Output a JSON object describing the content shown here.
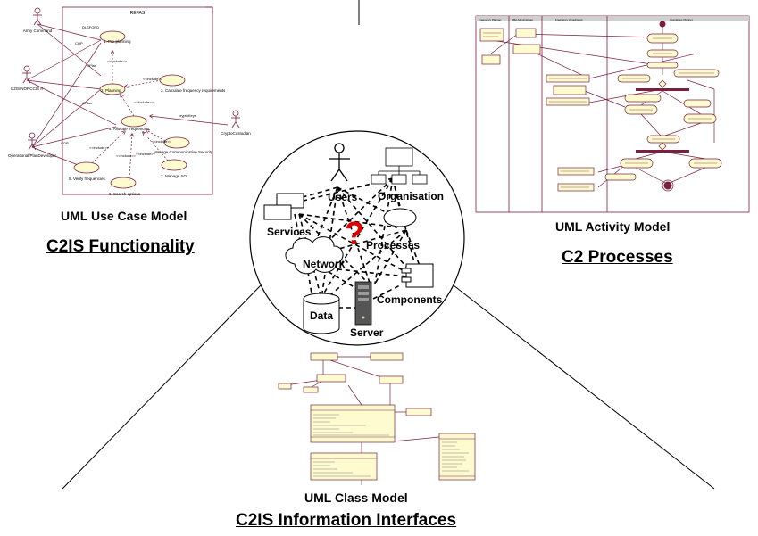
{
  "use_case_model": {
    "model_label": "UML Use Case Model",
    "section_title": "C2IS Functionality",
    "frame_title": "REFAS",
    "actors": [
      "Army Command",
      "K2IS/NORCCIS II",
      "Operational/PlanDeveloper",
      "CryptoCustodian"
    ],
    "use_cases": [
      "1. Pre-planning",
      "2. Planning",
      "3. Calculate frequency requirements",
      "4. Allocate frequencies",
      "5. Verify frequencies",
      "6. Search options",
      "7. Manage SOI",
      "Manage Communication Security"
    ],
    "connector_labels": [
      "DLSFORD",
      "COP",
      "GPlan",
      "GPlan",
      "COP",
      "cryptoKeys",
      "<<include>>",
      "<<include>>",
      "<<include>>",
      "<<include>>",
      "<<include>>",
      "<<include>>",
      "<<include>>"
    ]
  },
  "activity_model": {
    "model_label": "UML Activity Model",
    "section_title": "C2 Processes",
    "lane_headers": [
      "Frequency Planner",
      "DBA Administrator",
      "Frequency Coordinator",
      "Operations Planner"
    ]
  },
  "class_model": {
    "model_label": "UML Class Model",
    "section_title": "C2IS Information Interfaces"
  },
  "center": {
    "labels": {
      "users": "Users",
      "organisation": "Organisation",
      "services": "Services",
      "processes": "Processes",
      "network": "Network",
      "components": "Components",
      "data": "Data",
      "server": "Server",
      "question": "?"
    }
  }
}
